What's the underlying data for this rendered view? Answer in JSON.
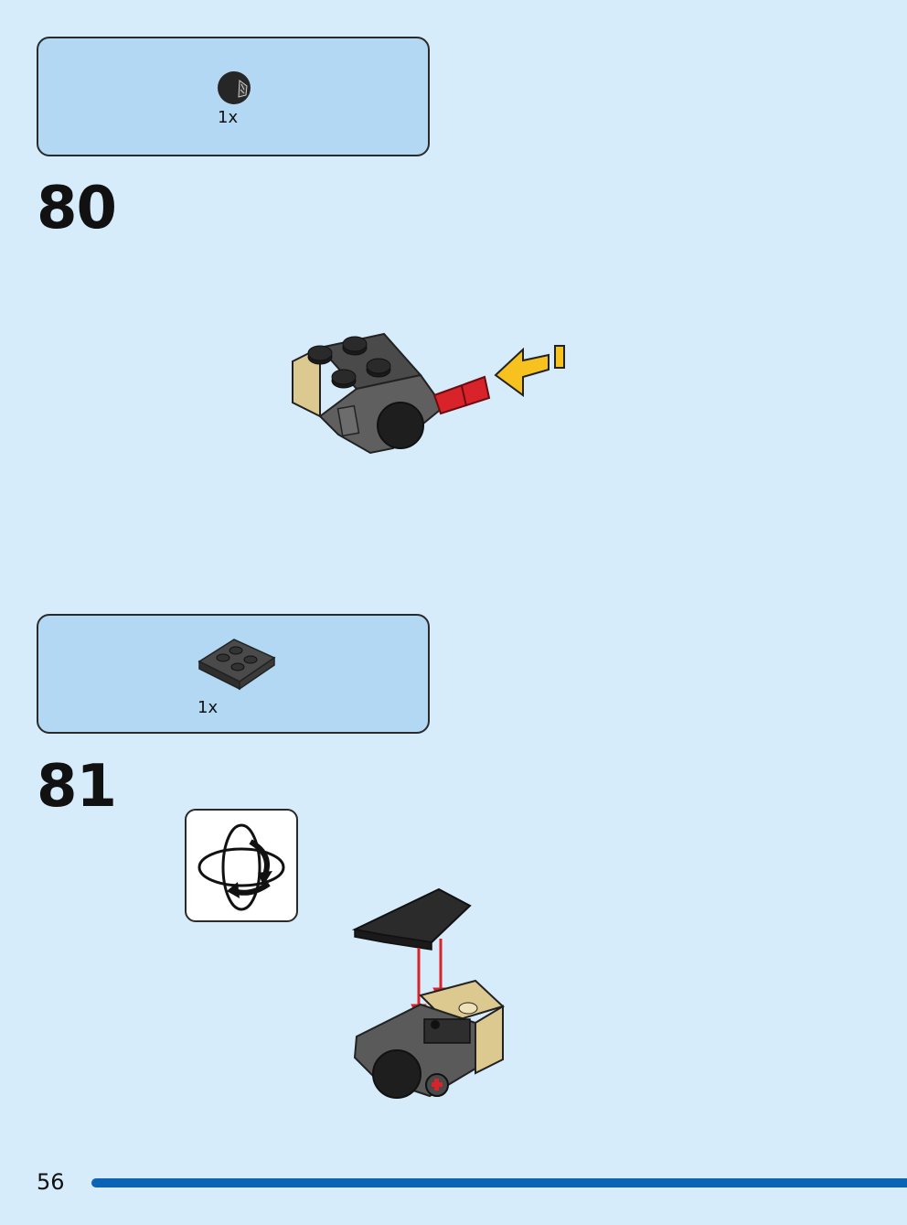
{
  "step80": {
    "number": "80",
    "parts": [
      {
        "name": "black-ball-joint",
        "qty": "1x"
      }
    ]
  },
  "step81": {
    "number": "81",
    "parts": [
      {
        "name": "dark-gray-inverted-slope-2x2",
        "qty": "1x"
      }
    ],
    "rotate_icon": "rotate-model-icon"
  },
  "footer": {
    "page_number": "56"
  },
  "colors": {
    "background": "#d6ecfb",
    "parts_box": "#b3d8f4",
    "footer_bar": "#0a63b5",
    "arrow_yellow": "#f7c21e",
    "arrow_red": "#d8232a",
    "brick_tan": "#dcc98f",
    "brick_gray": "#5f5f5f"
  }
}
